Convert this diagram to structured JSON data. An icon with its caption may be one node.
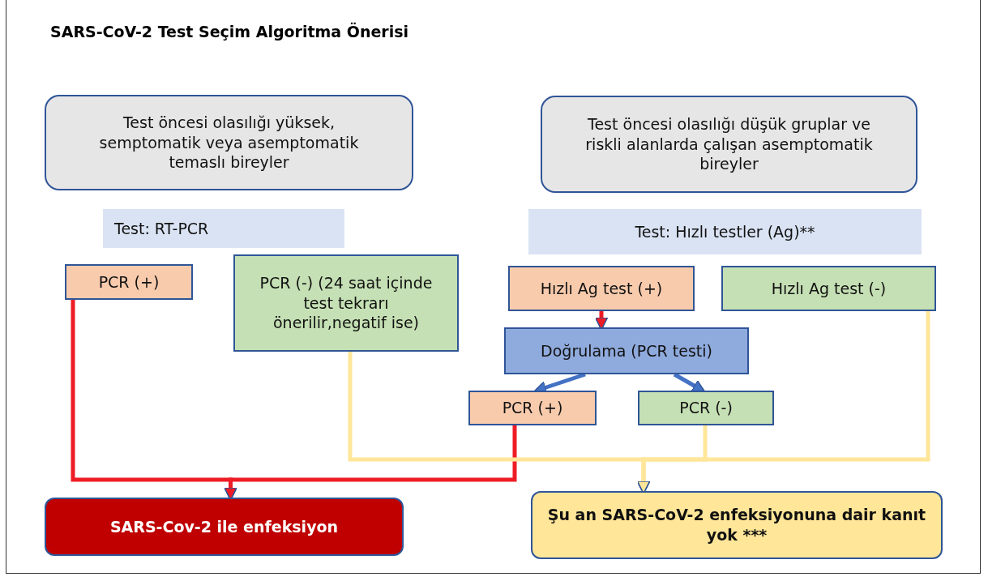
{
  "diagram": {
    "title": "SARS-CoV-2 Test Seçim Algoritma Önerisi",
    "nodes": [
      {
        "text": [
          "Test öncesi olasılığı yüksek, semptomatik veya asemptomatik temaslı bireyler"
        ]
      },
      {
        "text": [
          "Test öncesi olasılığı düşük gruplar ve riskli alanlarda çalışan asemptomatik bireyler"
        ]
      },
      {
        "text": [
          "Test: RT-PCR"
        ]
      },
      {
        "text": [
          "Test: Hızlı testler (Ag)**"
        ]
      },
      {
        "text": [
          "PCR (+)"
        ]
      },
      {
        "text": [
          "PCR (-) (24 saat içinde test tekrarı önerilir,negatif ise)"
        ]
      },
      {
        "text": [
          "Hızlı Ag test (+)"
        ]
      },
      {
        "text": [
          "Hızlı Ag test (-)"
        ]
      },
      {
        "text": [
          "Doğrulama (PCR testi)"
        ]
      },
      {
        "text": [
          "PCR (+)"
        ]
      },
      {
        "text": [
          "PCR (-)"
        ]
      },
      {
        "text": [
          "SARS-Cov-2 ile enfeksiyon"
        ]
      },
      {
        "text": [
          "Şu an SARS-CoV-2 enfeksiyonuna dair kanıt yok ***"
        ]
      }
    ],
    "edges": [
      {
        "from": 4,
        "to": 11,
        "arrow": "to",
        "color": "#ee1c25"
      },
      {
        "from": 9,
        "to": 11,
        "arrow": "to",
        "color": "#ee1c25"
      },
      {
        "from": 6,
        "to": 8,
        "arrow": "to",
        "color": "#ee1c25"
      },
      {
        "from": 8,
        "to": 9,
        "arrow": "to",
        "color": "#4472c4"
      },
      {
        "from": 8,
        "to": 10,
        "arrow": "to",
        "color": "#4472c4"
      },
      {
        "from": 5,
        "to": 12,
        "arrow": "to",
        "color": "#ffe699"
      },
      {
        "from": 10,
        "to": 12,
        "arrow": "to",
        "color": "#ffe699"
      },
      {
        "from": 7,
        "to": 12,
        "arrow": "to",
        "color": "#ffe699"
      }
    ]
  }
}
